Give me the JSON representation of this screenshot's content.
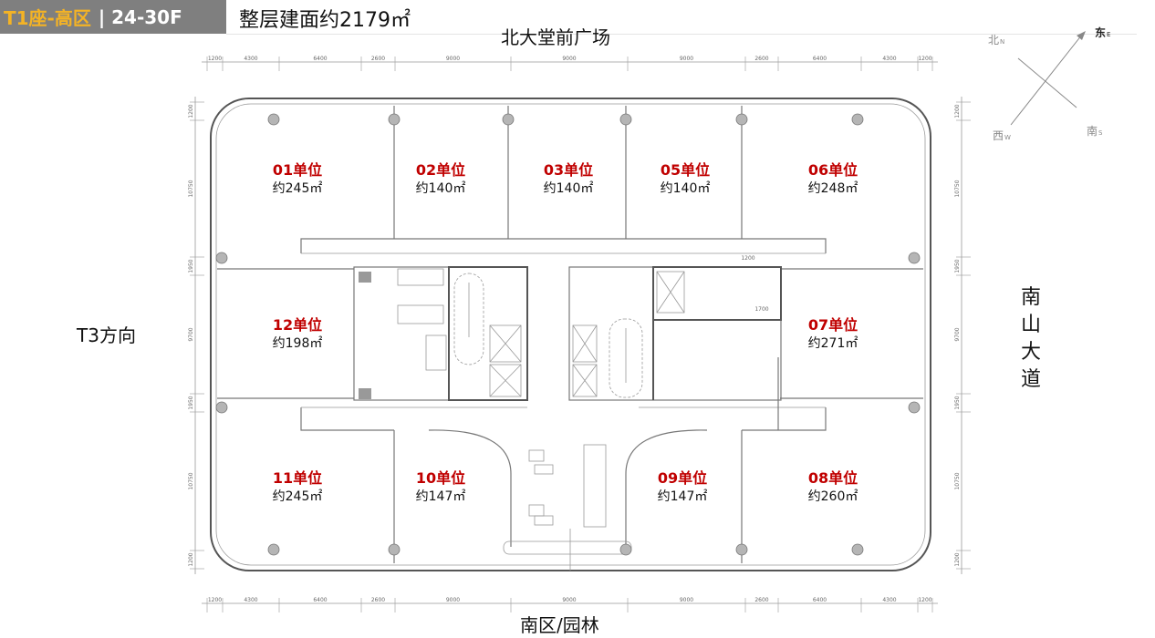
{
  "header": {
    "tower": "T1座-高区",
    "floors": "| 24-30F",
    "total_area": "整层建面约2179㎡"
  },
  "orientation": {
    "north_label": "北大堂前广场",
    "south_label": "南区/园林",
    "west_label": "T3方向",
    "east_label": [
      "南",
      "山",
      "大",
      "道"
    ]
  },
  "compass": {
    "north": "北",
    "north_en": "N",
    "east": "东",
    "east_en": "E",
    "south": "南",
    "south_en": "S",
    "west": "西",
    "west_en": "W"
  },
  "dimensions": {
    "horizontal": [
      "1200",
      "4300",
      "6400",
      "2600",
      "9000",
      "9000",
      "9000",
      "2600",
      "6400",
      "4300",
      "1200"
    ],
    "vertical": [
      "1200",
      "10750",
      "1950",
      "9700",
      "1950",
      "10750",
      "1200"
    ],
    "core_notes": [
      "1200",
      "1700"
    ]
  },
  "units": [
    {
      "name": "01单位",
      "area": "约245㎡"
    },
    {
      "name": "02单位",
      "area": "约140㎡"
    },
    {
      "name": "03单位",
      "area": "约140㎡"
    },
    {
      "name": "05单位",
      "area": "约140㎡"
    },
    {
      "name": "06单位",
      "area": "约248㎡"
    },
    {
      "name": "12单位",
      "area": "约198㎡"
    },
    {
      "name": "07单位",
      "area": "约271㎡"
    },
    {
      "name": "11单位",
      "area": "约245㎡"
    },
    {
      "name": "10单位",
      "area": "约147㎡"
    },
    {
      "name": "09单位",
      "area": "约147㎡"
    },
    {
      "name": "08单位",
      "area": "约260㎡"
    }
  ],
  "colors": {
    "header_bg": "#7f7f7f",
    "tower_text": "#f4b325",
    "unit_label": "#c00000"
  }
}
